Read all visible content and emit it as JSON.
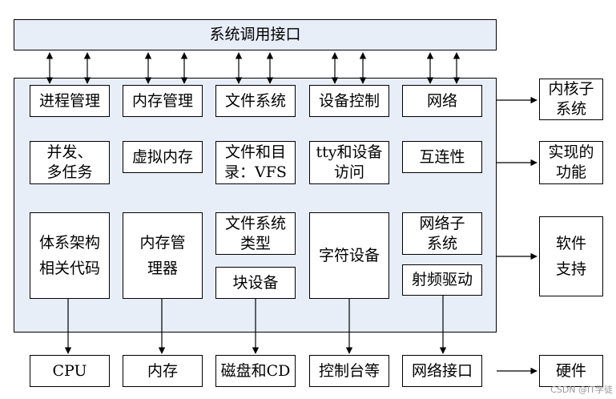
{
  "syscall_interface": "系统调用接口",
  "modules": {
    "process_mgmt": "进程管理",
    "memory_mgmt": "内存管理",
    "file_system": "文件系统",
    "device_control": "设备控制",
    "network": "网络"
  },
  "functions": {
    "concurrency": "并发、\n多任务",
    "virtual_memory": "虚拟内存",
    "files_dirs_vfs": "文件和目\n录：VFS",
    "tty_device_access": "tty和设备\n访问",
    "connectivity": "互连性"
  },
  "support": {
    "arch_code": "体系架构\n相关代码",
    "memory_manager": "内存管\n理器",
    "fs_types": "文件系统\n类型",
    "block_devices": "块设备",
    "char_devices": "字符设备",
    "network_subsystem": "网络子\n系统",
    "rf_driver": "射频驱动"
  },
  "hardware": {
    "cpu": "CPU",
    "memory": "内存",
    "disk_cd": "磁盘和CD",
    "console": "控制台等",
    "net_interface": "网络接口"
  },
  "side_labels": {
    "kernel_subsystems": "内核子\n系统",
    "implemented_functions": "实现的\n功能",
    "software_support": "软件\n支持",
    "hardware": "硬件"
  },
  "watermark": "CSDN @IT学徒"
}
